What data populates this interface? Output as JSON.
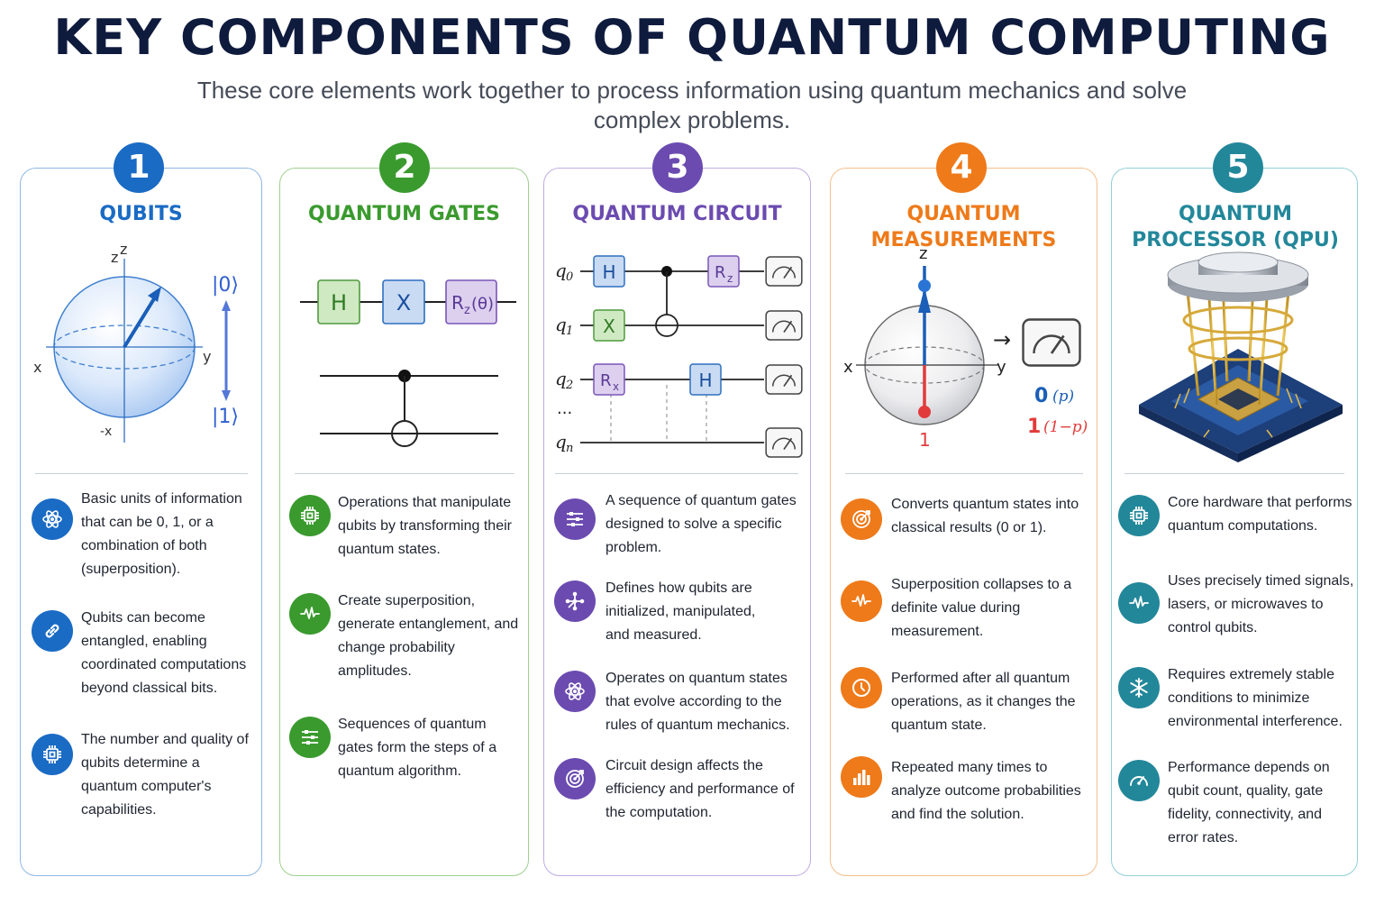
{
  "header": {
    "title": "KEY COMPONENTS OF QUANTUM COMPUTING",
    "subtitle": "These core elements work together to process information using quantum mechanics and solve complex problems."
  },
  "colors": {
    "qubits": "#1a6bc4",
    "gates": "#3a9a2e",
    "circuit": "#6b4bb0",
    "measurements": "#ee7a1a",
    "processor": "#23879a",
    "title": "#0f1b3d"
  },
  "cards": [
    {
      "number": "1",
      "title": "QUBITS",
      "diagram": {
        "axis_z_top": "z",
        "axis_z": "z",
        "axis_x": "x",
        "axis_y": "y",
        "axis_neg_x": "-x",
        "ket0": "|0⟩",
        "ket1": "|1⟩"
      },
      "items": [
        {
          "icon": "atom-icon",
          "text": "Basic units of information that can be 0, 1, or a combination of both (superposition)."
        },
        {
          "icon": "link-icon",
          "text": "Qubits can become entangled, enabling coordinated computations beyond classical bits."
        },
        {
          "icon": "chip-icon",
          "text": "The number and quality of qubits determine a quantum computer's capabilities."
        }
      ]
    },
    {
      "number": "2",
      "title": "QUANTUM GATES",
      "diagram": {
        "gate_h": "H",
        "gate_x": "X",
        "gate_rz": "R",
        "gate_rz_sub": "z",
        "gate_rz_arg": "(θ)"
      },
      "items": [
        {
          "icon": "chip-icon",
          "text": "Operations that manipulate qubits by transforming their quantum states."
        },
        {
          "icon": "waveform-icon",
          "text": "Create superposition, generate entanglement, and change probability amplitudes."
        },
        {
          "icon": "sequence-icon",
          "text": "Sequences of quantum gates form the steps of a quantum algorithm."
        }
      ]
    },
    {
      "number": "3",
      "title": "QUANTUM CIRCUIT",
      "diagram": {
        "qubits": [
          "q",
          "q",
          "q",
          "q"
        ],
        "qubit_subs": [
          "0",
          "1",
          "2",
          "n"
        ],
        "ellipsis": "...",
        "gate_h": "H",
        "gate_x": "X",
        "gate_rz": "R",
        "gate_rz_sub": "z",
        "gate_rx": "R",
        "gate_rx_sub": "x"
      },
      "items": [
        {
          "icon": "sequence-icon",
          "text": "A sequence of quantum gates designed to solve a specific problem."
        },
        {
          "icon": "network-icon",
          "text": "Defines how qubits are initialized, manipulated, and measured."
        },
        {
          "icon": "atom-icon",
          "text": "Operates on quantum states that evolve according to the rules of quantum mechanics."
        },
        {
          "icon": "target-icon",
          "text": "Circuit design affects the efficiency and performance of the computation."
        }
      ]
    },
    {
      "number": "4",
      "title": "QUANTUM MEASUREMENTS",
      "diagram": {
        "axis_z": "z",
        "axis_x": "x",
        "axis_y": "y",
        "pole_bottom": "1",
        "arrow": "→",
        "out0": "0",
        "out0_prob": "(p)",
        "out1": "1",
        "out1_prob": "(1−p)"
      },
      "items": [
        {
          "icon": "target-icon",
          "text": "Converts quantum states into classical results (0 or 1)."
        },
        {
          "icon": "waveform-icon",
          "text": "Superposition collapses to a definite value during measurement."
        },
        {
          "icon": "clock-icon",
          "text": "Performed after all quantum operations, as it changes the quantum state."
        },
        {
          "icon": "bar-chart-icon",
          "text": "Repeated many times to analyze outcome probabilities and find the solution."
        }
      ]
    },
    {
      "number": "5",
      "title": "QUANTUM PROCESSOR (QPU)",
      "items": [
        {
          "icon": "chip-icon",
          "text": "Core hardware that performs quantum computations."
        },
        {
          "icon": "waveform-icon",
          "text": "Uses precisely timed signals, lasers, or microwaves to control qubits."
        },
        {
          "icon": "snowflake-icon",
          "text": "Requires extremely stable conditions to minimize environmental interference."
        },
        {
          "icon": "gauge-icon",
          "text": "Performance depends on qubit count, quality, gate fidelity, connectivity, and error rates."
        }
      ]
    }
  ]
}
